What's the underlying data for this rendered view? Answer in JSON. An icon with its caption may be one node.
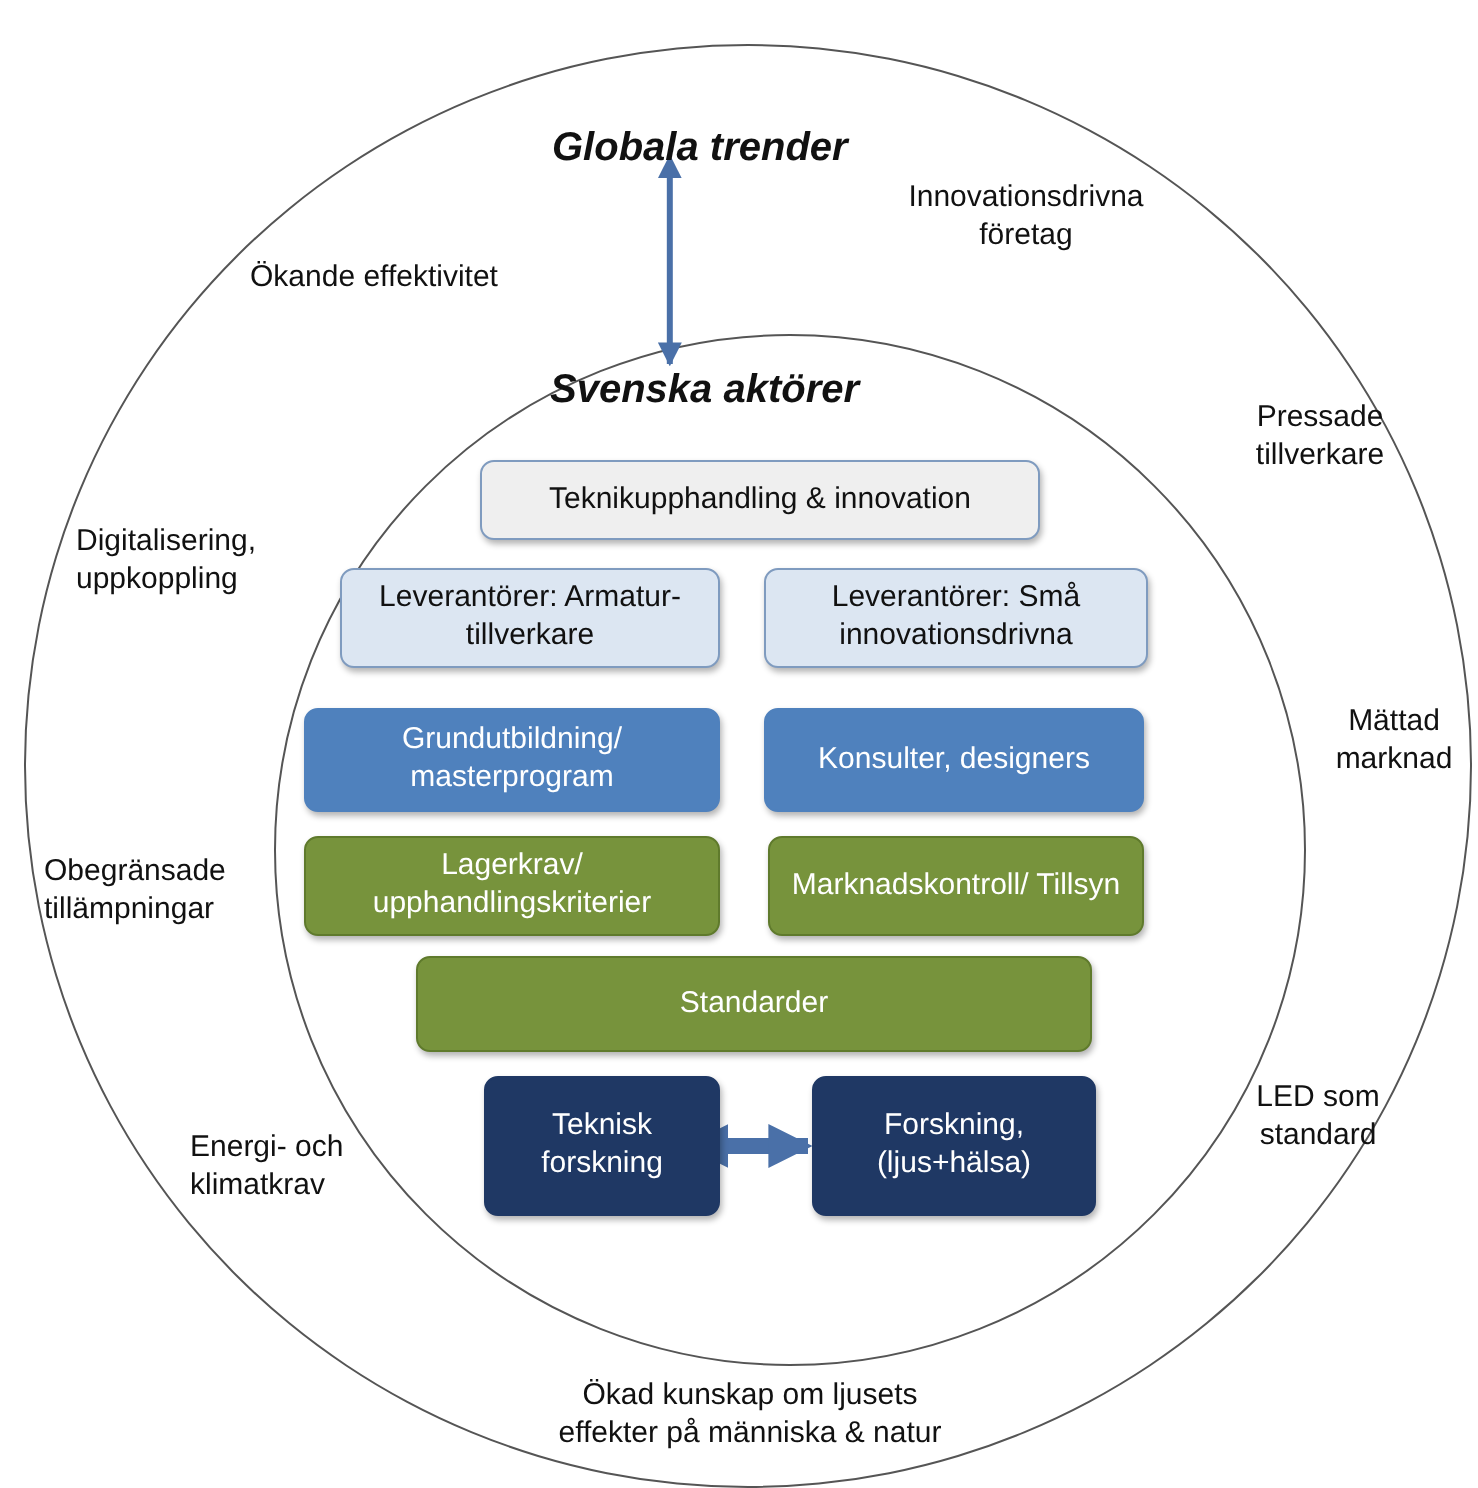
{
  "diagram": {
    "nodes": [
      {
        "text": [
          "Globala trender"
        ]
      },
      {
        "text": [
          "Svenska aktörer"
        ],
        "in": 0
      },
      {
        "text": [
          "Teknikupphandling & innovation"
        ],
        "in": 1
      },
      {
        "text": [
          "Leverantörer: Armatur-tillverkare"
        ],
        "in": 1
      },
      {
        "text": [
          "Leverantörer: Små innovationsdrivna"
        ],
        "in": 1
      },
      {
        "text": [
          "Grundutbildning/ masterprogram"
        ],
        "in": 1
      },
      {
        "text": [
          "Konsulter, designers"
        ],
        "in": 1
      },
      {
        "text": [
          "Lagerkrav/ upphandlingskriterier"
        ],
        "in": 1
      },
      {
        "text": [
          "Marknadskontroll/ Tillsyn"
        ],
        "in": 1
      },
      {
        "text": [
          "Standarder"
        ],
        "in": 1
      },
      {
        "text": [
          "Teknisk forskning"
        ],
        "in": 1
      },
      {
        "text": [
          "Forskning, (ljus+hälsa)"
        ],
        "in": 1
      }
    ],
    "edges": [
      {
        "from": 0,
        "to": 1,
        "arrow": "both"
      },
      {
        "from": 10,
        "to": 11,
        "arrow": "both",
        "style": "thick"
      }
    ],
    "labels": [
      "Ökande effektivitet",
      "Innovationsdrivna företag",
      "Pressade tillverkare",
      "Digitalisering, uppkoppling",
      "Mättad marknad",
      "Obegränsade tillämpningar",
      "LED som standard",
      "Energi- och klimatkrav",
      "Ökad kunskap om ljusets effekter på människa & natur"
    ]
  }
}
